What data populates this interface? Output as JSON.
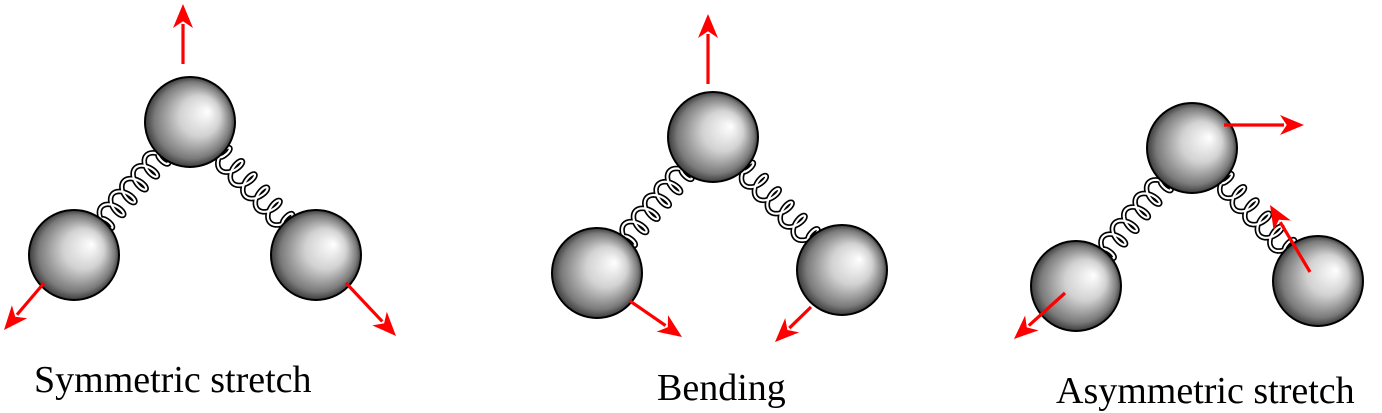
{
  "colors": {
    "arrow": "#ff0000",
    "atom_highlight": "#ffffff",
    "atom_shadow": "#3c3c3c",
    "atom_outline": "#000000",
    "spring_outline": "#000000",
    "spring_fill": "#ffffff",
    "background": "#ffffff"
  },
  "modes": [
    {
      "id": "symmetric",
      "label": "Symmetric stretch"
    },
    {
      "id": "bending",
      "label": "Bending"
    },
    {
      "id": "asymmetric",
      "label": "Asymmetric stretch"
    }
  ]
}
